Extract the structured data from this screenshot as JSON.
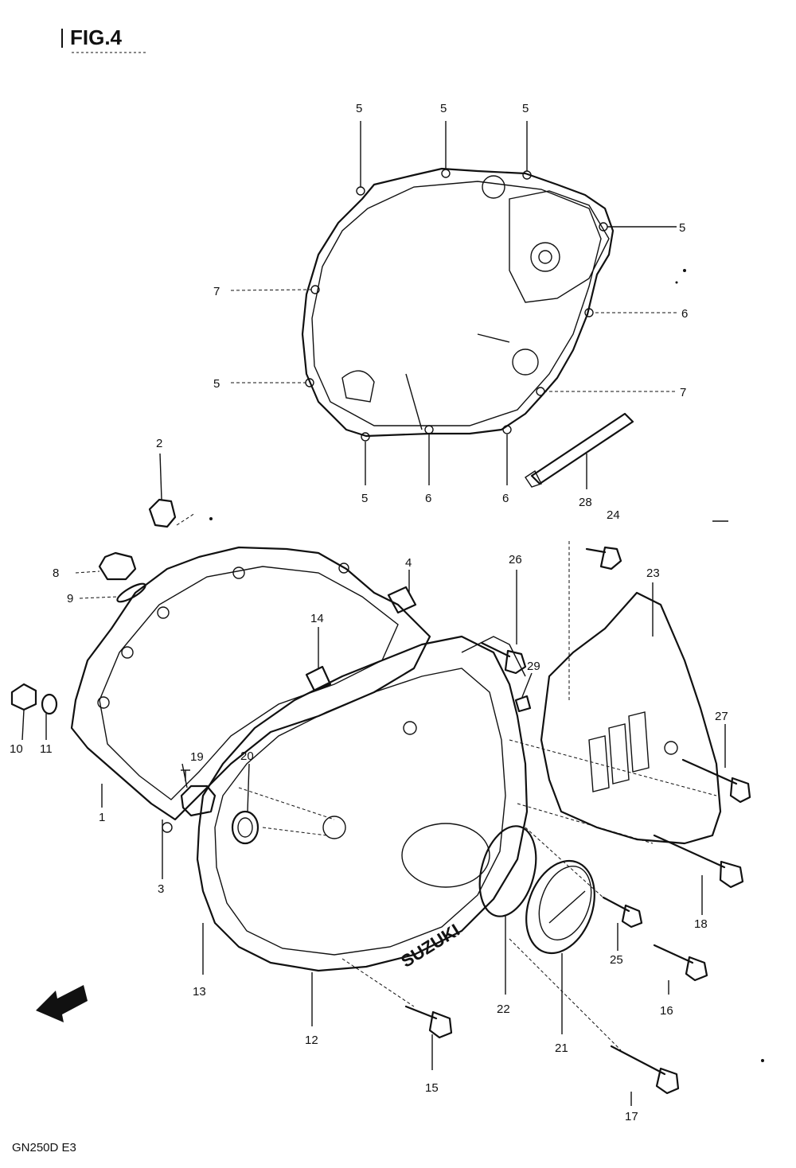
{
  "figure": {
    "title": "FIG.4",
    "model": "GN250D E3",
    "direction_marker": "FWD"
  },
  "callouts": [
    {
      "id": "c5a",
      "label": "5"
    },
    {
      "id": "c5b",
      "label": "5"
    },
    {
      "id": "c5c",
      "label": "5"
    },
    {
      "id": "c5d",
      "label": "5"
    },
    {
      "id": "c7a",
      "label": "7"
    },
    {
      "id": "c6a",
      "label": "6"
    },
    {
      "id": "c5e",
      "label": "5"
    },
    {
      "id": "c7b",
      "label": "7"
    },
    {
      "id": "c5f",
      "label": "5"
    },
    {
      "id": "c6b",
      "label": "6"
    },
    {
      "id": "c6c",
      "label": "6"
    },
    {
      "id": "c28",
      "label": "28"
    },
    {
      "id": "c2",
      "label": "2"
    },
    {
      "id": "c24",
      "label": "24"
    },
    {
      "id": "c8",
      "label": "8"
    },
    {
      "id": "c9",
      "label": "9"
    },
    {
      "id": "c4",
      "label": "4"
    },
    {
      "id": "c26",
      "label": "26"
    },
    {
      "id": "c23",
      "label": "23"
    },
    {
      "id": "c14",
      "label": "14"
    },
    {
      "id": "c29",
      "label": "29"
    },
    {
      "id": "c10",
      "label": "10"
    },
    {
      "id": "c11",
      "label": "11"
    },
    {
      "id": "c19",
      "label": "19"
    },
    {
      "id": "c20",
      "label": "20"
    },
    {
      "id": "c27",
      "label": "27"
    },
    {
      "id": "c1",
      "label": "1"
    },
    {
      "id": "c3",
      "label": "3"
    },
    {
      "id": "c18",
      "label": "18"
    },
    {
      "id": "c25",
      "label": "25"
    },
    {
      "id": "c13",
      "label": "13"
    },
    {
      "id": "c16",
      "label": "16"
    },
    {
      "id": "c22",
      "label": "22"
    },
    {
      "id": "c21",
      "label": "21"
    },
    {
      "id": "c12",
      "label": "12"
    },
    {
      "id": "c15",
      "label": "15"
    },
    {
      "id": "c17",
      "label": "17"
    }
  ],
  "emblem_text": "SUZUKI"
}
